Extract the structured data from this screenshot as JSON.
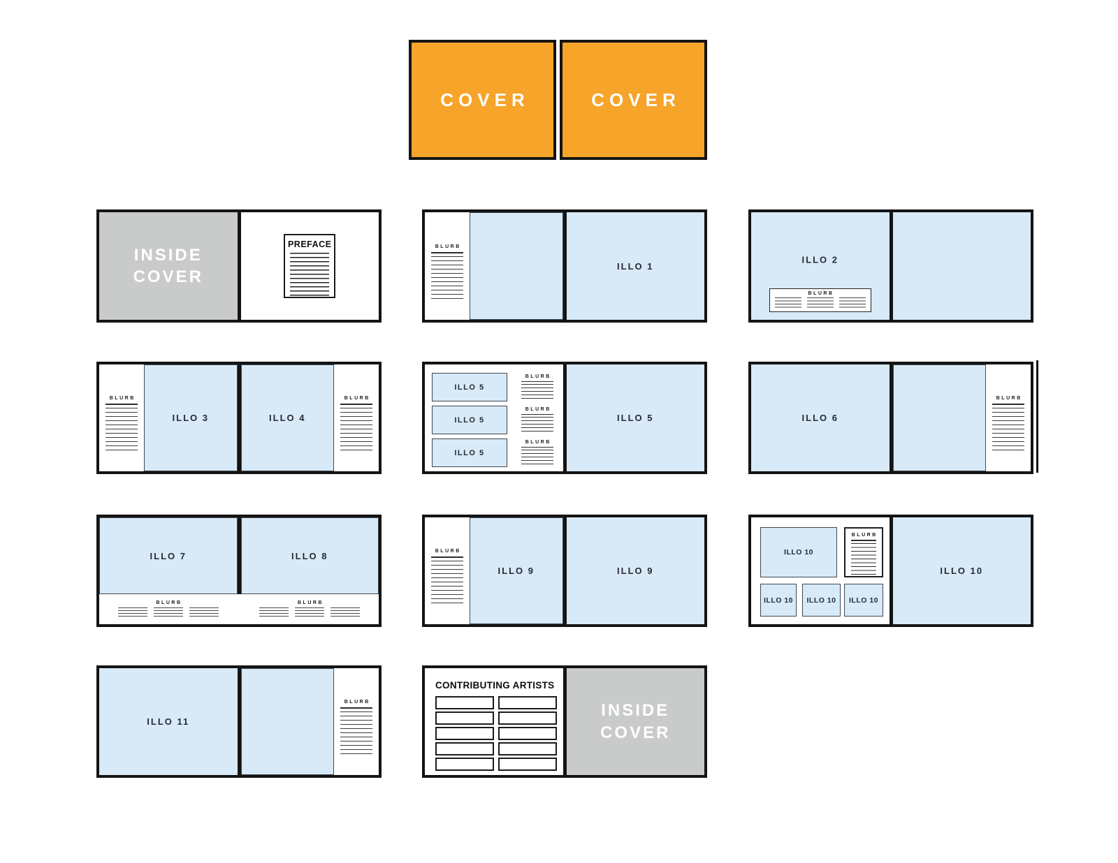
{
  "colors": {
    "cover_orange": "#F6A42A",
    "art_blue": "#D8E9F7",
    "inside_gray": "#C8CBCA",
    "ink": "#141414"
  },
  "labels": {
    "cover": "COVER",
    "inside_cover": "INSIDE COVER",
    "preface": "PREFACE",
    "blurb": "BLURB",
    "contributing_artists": "CONTRIBUTING ARTISTS",
    "illo1": "ILLO 1",
    "illo2": "ILLO 2",
    "illo3": "ILLO 3",
    "illo4": "ILLO 4",
    "illo5": "ILLO 5",
    "illo6": "ILLO 6",
    "illo7": "ILLO 7",
    "illo8": "ILLO 8",
    "illo9": "ILLO 9",
    "illo10": "ILLO 10",
    "illo11": "ILLO 11"
  }
}
